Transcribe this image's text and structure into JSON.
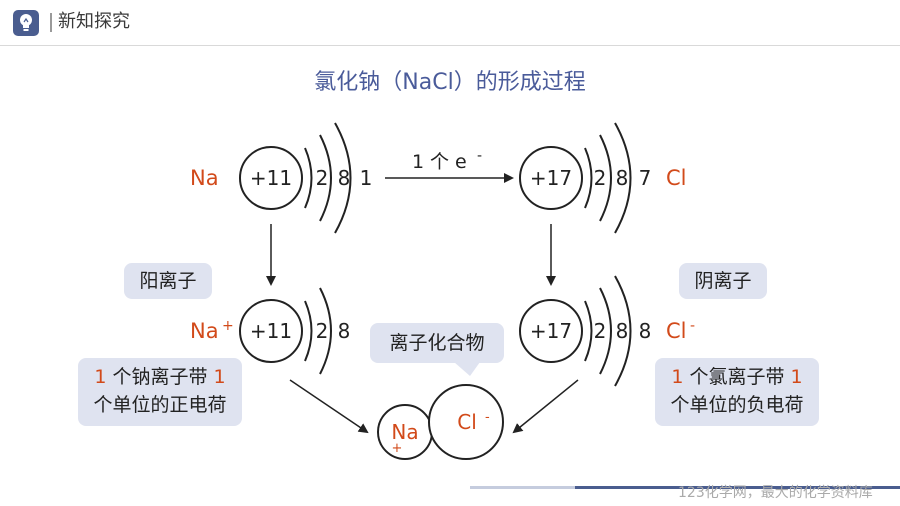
{
  "header": {
    "section_title": "新知探究",
    "icon": "lightbulb-icon"
  },
  "diagram": {
    "title": "氯化钠（NaCl）的形成过程",
    "na_atom": {
      "symbol": "Na",
      "nucleus": "+11",
      "shells": [
        "2",
        "8",
        "1"
      ]
    },
    "cl_atom": {
      "symbol": "Cl",
      "nucleus": "+17",
      "shells": [
        "2",
        "8",
        "7"
      ]
    },
    "transfer": {
      "count": "1",
      "label": "个 e",
      "charge": "-"
    },
    "na_ion": {
      "symbol": "Na",
      "charge": "+",
      "nucleus": "+11",
      "shells": [
        "2",
        "8"
      ]
    },
    "cl_ion": {
      "symbol": "Cl",
      "charge": "-",
      "nucleus": "+17",
      "shells": [
        "2",
        "8",
        "8"
      ]
    },
    "compound": {
      "na": "Na",
      "na_charge": "+",
      "cl": "Cl",
      "cl_charge": "-"
    },
    "labels": {
      "cation": "阳离子",
      "anion": "阴离子",
      "compound": "离子化合物"
    },
    "notes": {
      "na": {
        "num1": "1",
        "text1": " 个钠离子带 ",
        "num2": "1",
        "text2": "个单位的正电荷"
      },
      "cl": {
        "num1": "1",
        "text1": " 个氯离子带 ",
        "num2": "1",
        "text2": "个单位的负电荷"
      }
    }
  },
  "footer": {
    "watermark": "123化学网，最大的化学资料库"
  },
  "colors": {
    "accent": "#d24a1a",
    "title": "#4a5b9a",
    "bubble": "#dfe3f0",
    "brand": "#4a5d8f"
  }
}
